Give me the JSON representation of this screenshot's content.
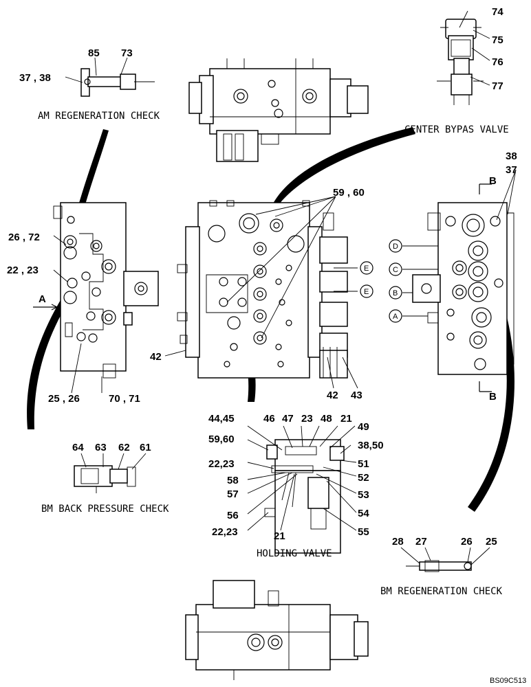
{
  "captions": {
    "am_regeneration_check": "AM REGENERATION CHECK",
    "center_bypass_valve": "CENTER BYPAS VALVE",
    "bm_back_pressure_check": "BM BACK PRESSURE CHECK",
    "holding_valve": "HOLDING VALVE",
    "bm_regeneration_check": "BM REGENERATION CHECK"
  },
  "labels": {
    "p74": "74",
    "p75": "75",
    "p76": "76",
    "p77": "77",
    "p85": "85",
    "p73": "73",
    "p37_38_am": "37 , 38",
    "p59_60_main": "59 , 60",
    "p38_right": "38",
    "p37_right": "37",
    "section_b_top": "B",
    "section_b_bottom": "B",
    "section_a": "A",
    "p26_72": "26 , 72",
    "p22_23_left": "22 , 23",
    "p25_26_left": "25 , 26",
    "p70_71": "70 , 71",
    "p42_left": "42",
    "p42_bottom": "42",
    "p43": "43",
    "p44_45": "44,45",
    "p46": "46",
    "p47": "47",
    "p23_hv": "23",
    "p48": "48",
    "p21_top": "21",
    "p49": "49",
    "p59_60_hv": "59,60",
    "p38_50": "38,50",
    "p22_23_hv_top": "22,23",
    "p51": "51",
    "p58": "58",
    "p52": "52",
    "p57": "57",
    "p53": "53",
    "p56": "56",
    "p54": "54",
    "p22_23_hv_bottom": "22,23",
    "p55": "55",
    "p21_bottom": "21",
    "p64": "64",
    "p63": "63",
    "p62": "62",
    "p61": "61",
    "p28": "28",
    "p27": "27",
    "p26_bm": "26",
    "p25_bm": "25"
  },
  "ports": {
    "a": "A",
    "b": "B",
    "c": "C",
    "d": "D",
    "e": "E"
  },
  "drawing_code": "BS09C513"
}
